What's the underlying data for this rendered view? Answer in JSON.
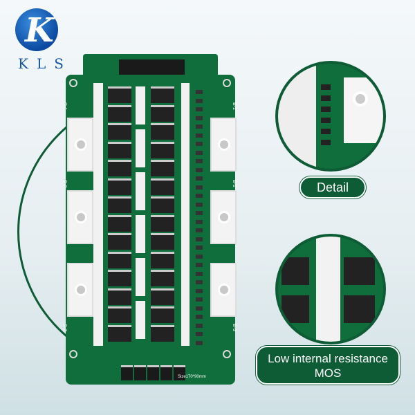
{
  "brand": {
    "logo_letter": "K",
    "name": "KLS"
  },
  "board": {
    "labels_left": [
      "C-1",
      "C-2",
      "C-3"
    ],
    "labels_right": [
      "B-1",
      "B-2",
      "B-3"
    ],
    "size_text": "Size170*90mm"
  },
  "callouts": {
    "detail": "Detail",
    "mos_line1": "Low internal resistance",
    "mos_line2": "MOS"
  },
  "colors": {
    "accent": "#0d5c35",
    "brand_blue": "#1656a8"
  }
}
